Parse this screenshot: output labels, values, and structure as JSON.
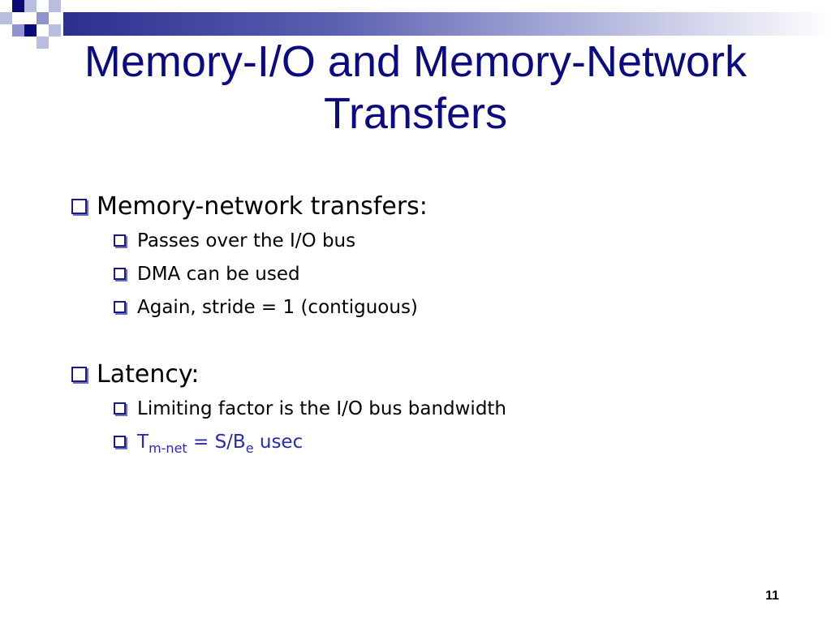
{
  "slide": {
    "title_line1": "Memory-I/O and Memory-Network",
    "title_line2": "Transfers",
    "page_number": "11"
  },
  "sections": [
    {
      "heading": "Memory-network transfers:",
      "items": [
        "Passes over the I/O bus",
        "DMA can be used",
        "Again, stride = 1 (contiguous)"
      ]
    },
    {
      "heading": "Latency:",
      "items": [
        "Limiting factor is the I/O bus bandwidth"
      ],
      "formula": {
        "T": "T",
        "T_sub": "m-net",
        "eq": " = S/B",
        "B_sub": "e",
        "unit": " usec"
      }
    }
  ],
  "colors": {
    "title": "#0a0a82",
    "formula": "#2a2ab0",
    "bullet_border": "#1a1a8a",
    "accent_dark": "#0a0a78"
  },
  "icons": {
    "bullet": "square-bullet-icon"
  }
}
